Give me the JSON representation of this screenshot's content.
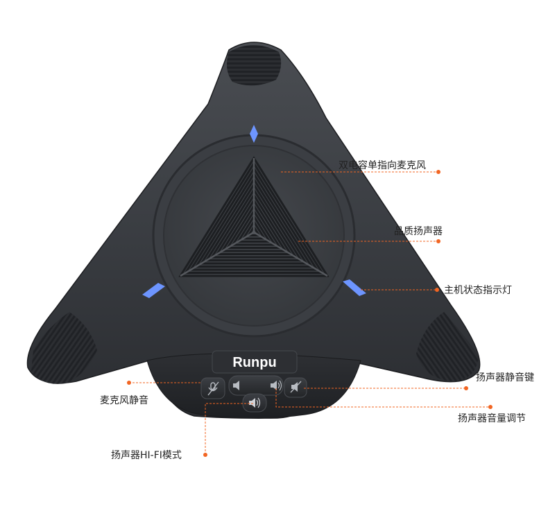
{
  "brand": {
    "logo_text": "Runpu"
  },
  "accent_color": "#f26522",
  "led_color": "#5b8cff",
  "callouts": [
    {
      "id": "mic",
      "label": "双电容单指向麦克风"
    },
    {
      "id": "speaker",
      "label": "品质扬声器"
    },
    {
      "id": "status_light",
      "label": "主机状态指示灯"
    },
    {
      "id": "speaker_mute",
      "label": "扬声器静音键"
    },
    {
      "id": "mic_mute",
      "label": "麦克风静音"
    },
    {
      "id": "volume",
      "label": "扬声器音量调节"
    },
    {
      "id": "hifi",
      "label": "扬声器HI-FI模式"
    }
  ],
  "buttons": [
    {
      "id": "mic-mute",
      "icon": "mic-mute-icon"
    },
    {
      "id": "volume-down",
      "icon": "volume-down-icon"
    },
    {
      "id": "volume-up",
      "icon": "volume-up-icon"
    },
    {
      "id": "speaker-mute",
      "icon": "speaker-mute-icon"
    },
    {
      "id": "hifi",
      "icon": "hifi-speaker-icon"
    }
  ]
}
